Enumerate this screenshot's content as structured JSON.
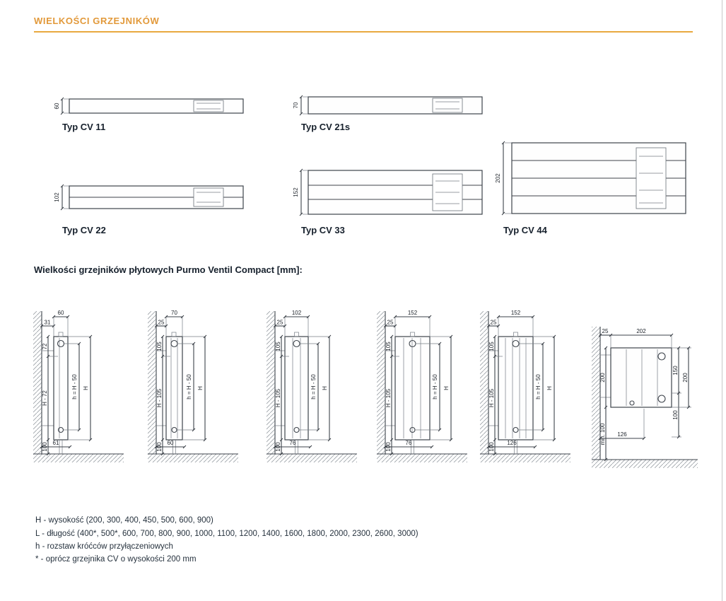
{
  "page": {
    "title": "WIELKOŚCI GRZEJNIKÓW",
    "subtitle": "Wielkości grzejników płytowych Purmo Ventil Compact [mm]:"
  },
  "colors": {
    "accent": "#E2993A",
    "text": "#16202c",
    "drawing_line": "#3d434b"
  },
  "top_views": [
    {
      "label": "Typ CV 11",
      "depth": "60"
    },
    {
      "label": "Typ CV 21s",
      "depth": "70"
    },
    {
      "label": "Typ CV 22",
      "depth": "102"
    },
    {
      "label": "Typ CV 33",
      "depth": "152"
    },
    {
      "label": "Typ CV 44",
      "depth": "202"
    }
  ],
  "side_views": [
    {
      "top_gap": "31",
      "top_width": "60",
      "top_offset": "72",
      "mid": "H - 72",
      "bottom_clear": "100",
      "bottom_depth": "61",
      "pipe_axis": "h = H - 50",
      "total": "H"
    },
    {
      "top_gap": "25",
      "top_width": "70",
      "top_offset": "105",
      "mid": "H - 105",
      "bottom_clear": "100",
      "bottom_depth": "60",
      "pipe_axis": "h = H - 50",
      "total": "H"
    },
    {
      "top_gap": "25",
      "top_width": "102",
      "top_offset": "105",
      "mid": "H - 105",
      "bottom_clear": "100",
      "bottom_depth": "76",
      "pipe_axis": "h = H - 50",
      "total": "H"
    },
    {
      "top_gap": "25",
      "top_width": "152",
      "top_offset": "105",
      "mid": "H - 105",
      "bottom_clear": "100",
      "bottom_depth": "76",
      "pipe_axis": "h = H - 50",
      "total": "H"
    },
    {
      "top_gap": "25",
      "top_width": "152",
      "top_offset": "105",
      "mid": "H - 105",
      "bottom_clear": "100",
      "bottom_depth": "126",
      "pipe_axis": "h = H - 50",
      "total": "H"
    }
  ],
  "detail_view": {
    "top_gap": "25",
    "top_width": "202",
    "left_height": "200",
    "right_upper": "150",
    "right_lower": "100",
    "right_total": "200",
    "bottom_depth": "126",
    "floor_clear": "min. 100"
  },
  "legend": [
    "H - wysokość (200, 300, 400, 450, 500, 600, 900)",
    "L - długość (400*, 500*, 600, 700, 800, 900, 1000, 1100, 1200, 1400, 1600, 1800, 2000, 2300, 2600, 3000)",
    "h - rozstaw króćców przyłączeniowych",
    "* - oprócz grzejnika CV o wysokości 200 mm"
  ]
}
